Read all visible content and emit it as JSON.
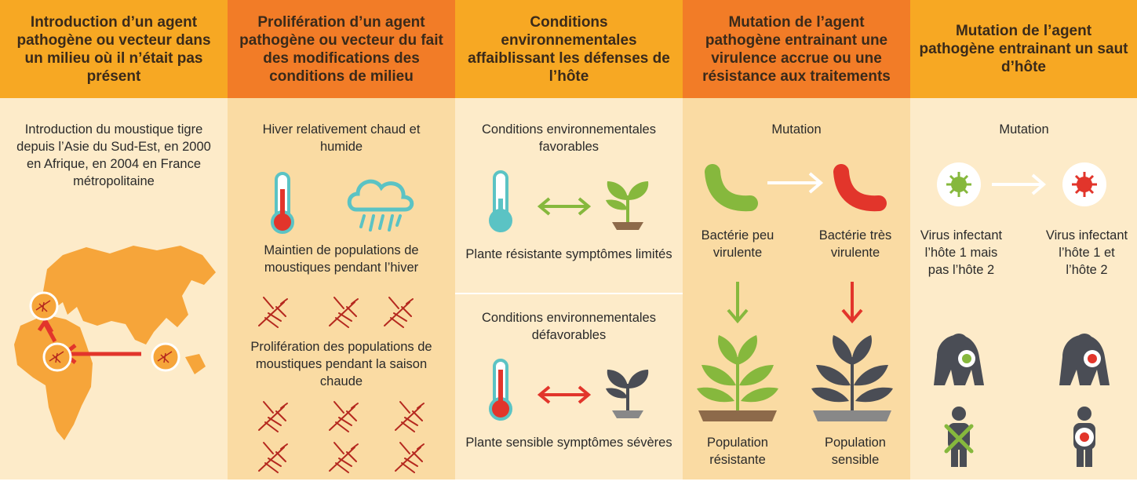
{
  "colors": {
    "header_yellow": "#f7a823",
    "header_orange": "#f27c27",
    "body_light": "#fdebc9",
    "body_mid": "#fadba3",
    "teal": "#5bc3c4",
    "red": "#e2352b",
    "green": "#86b83d",
    "dark_gray": "#4a4d55",
    "mosquito_red": "#b5281e"
  },
  "columns": [
    {
      "header": "Introduction d’un agent pathogène ou vecteur dans un milieu où il n’était pas présent",
      "text": "Introduction du moustique tigre depuis l’Asie du Sud-Est, en 2000 en Afrique, en 2004 en France métropolitaine",
      "icons": [
        "map-icon",
        "mosquito-icon",
        "arrow-icon"
      ]
    },
    {
      "header": "Prolifération d’un agent pathogène ou vecteur du fait des modifications des conditions de milieu",
      "text_top": "Hiver relativement chaud et humide",
      "text_mid": "Maintien de populations de moustiques pendant l’hiver",
      "text_bottom": "Prolifération des populations de moustiques pendant la saison chaude",
      "icons": [
        "thermometer-icon",
        "rain-cloud-icon",
        "mosquito-icon"
      ]
    },
    {
      "header": "Conditions environnementales affaiblissant les défenses de l’hôte",
      "top_label": "Conditions environnementales favorables",
      "top_result": "Plante résistante symptômes limités",
      "bottom_label": "Conditions environnementales défavorables",
      "bottom_result": "Plante sensible symptômes sévères",
      "icons": [
        "thermometer-icon",
        "double-arrow-icon",
        "plant-icon"
      ]
    },
    {
      "header": "Mutation de l’agent pathogène entrainant une virulence accrue ou une résistance aux traitements",
      "top_label": "Mutation",
      "left_label": "Bactérie peu virulente",
      "right_label": "Bactérie très virulente",
      "left_result": "Population résistante",
      "right_result": "Population sensible",
      "icons": [
        "bacterium-icon",
        "arrow-icon",
        "plant-icon"
      ]
    },
    {
      "header": "Mutation de l’agent pathogène entrainant un saut d’hôte",
      "top_label": "Mutation",
      "left_label": "Virus infectant l’hôte 1 mais pas l’hôte 2",
      "right_label": "Virus infectant l’hôte 1 et l’hôte 2",
      "icons": [
        "virus-icon",
        "gorilla-icon",
        "human-icon"
      ]
    }
  ]
}
